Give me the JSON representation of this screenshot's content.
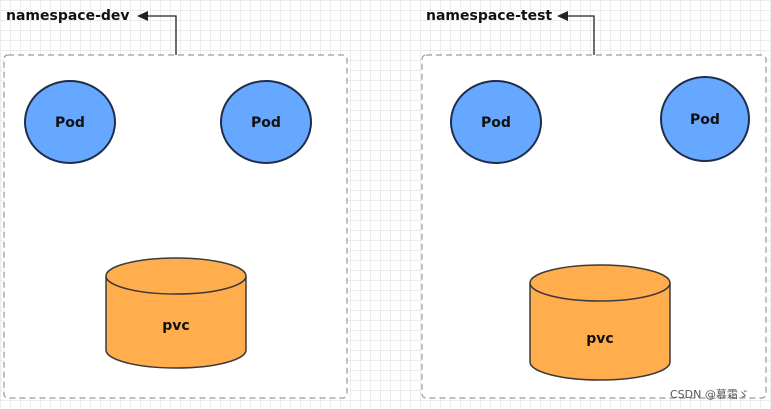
{
  "namespaces": [
    {
      "label": "namespace-dev",
      "pods": [
        {
          "label": "Pod"
        },
        {
          "label": "Pod"
        }
      ],
      "pvc": {
        "label": "pvc"
      }
    },
    {
      "label": "namespace-test",
      "pods": [
        {
          "label": "Pod"
        },
        {
          "label": "Pod"
        }
      ],
      "pvc": {
        "label": "pvc"
      }
    }
  ],
  "colors": {
    "pod_fill": "#66a8ff",
    "pod_stroke": "#1f2d4a",
    "pvc_fill": "#ffad4d",
    "pvc_stroke": "#3a3a3a",
    "box_stroke": "#999999"
  },
  "watermark": "CSDN @慕霜ゞ"
}
